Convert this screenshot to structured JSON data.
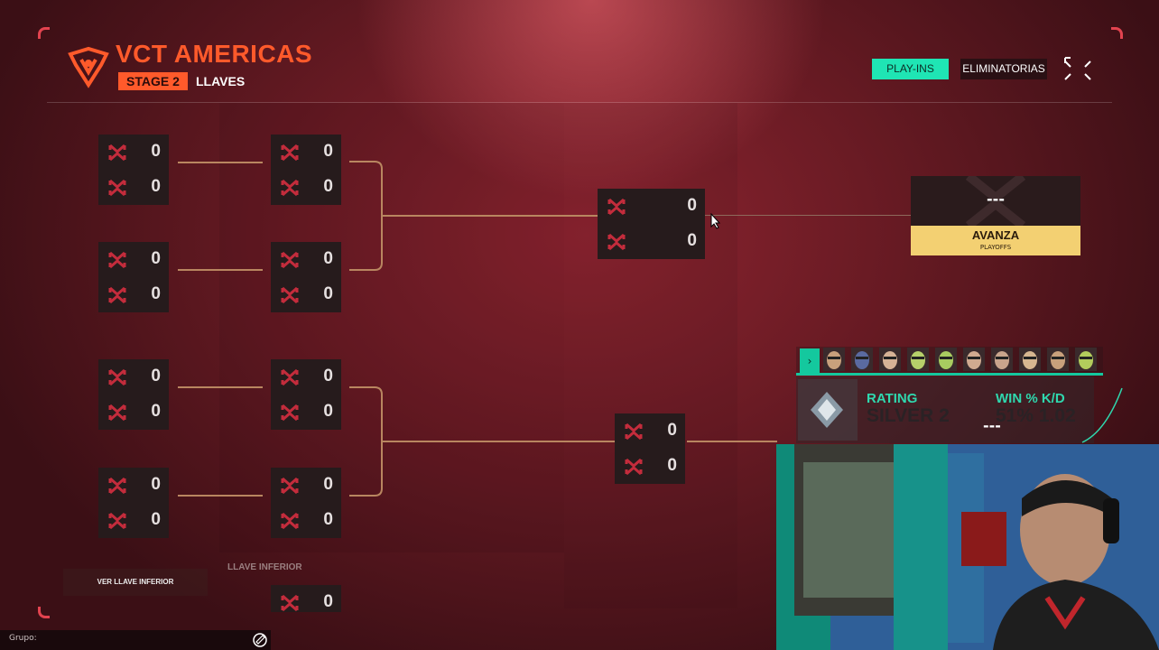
{
  "header": {
    "title": "VCT AMERICAS",
    "stage_badge": "STAGE 2",
    "section": "LLAVES"
  },
  "tabs": [
    {
      "label": "PLAY-INS",
      "active": true
    },
    {
      "label": "ELIMINATORIAS",
      "active": false
    }
  ],
  "matches": [
    {
      "id": "r1m1",
      "scores": [
        "0",
        "0"
      ]
    },
    {
      "id": "r1m2",
      "scores": [
        "0",
        "0"
      ]
    },
    {
      "id": "r1m3",
      "scores": [
        "0",
        "0"
      ]
    },
    {
      "id": "r1m4",
      "scores": [
        "0",
        "0"
      ]
    },
    {
      "id": "r2m1",
      "scores": [
        "0",
        "0"
      ]
    },
    {
      "id": "r2m2",
      "scores": [
        "0",
        "0"
      ]
    },
    {
      "id": "r2m3",
      "scores": [
        "0",
        "0"
      ]
    },
    {
      "id": "r2m4",
      "scores": [
        "0",
        "0"
      ]
    },
    {
      "id": "r3m1",
      "scores": [
        "0",
        "0"
      ]
    },
    {
      "id": "r3m2",
      "scores": [
        "0",
        "0"
      ]
    },
    {
      "id": "lower",
      "scores": [
        "0"
      ]
    }
  ],
  "advance_card": {
    "team": "---",
    "label": "AVANZA",
    "sublabel": "PLAYOFFS"
  },
  "buttons": {
    "ver_llave_inferior": "VER LLAVE INFERIOR"
  },
  "lower_bracket_label": "LLAVE INFERIOR",
  "chat": {
    "grupo_label": "Grupo:"
  },
  "overlay": {
    "rating_label": "RATING",
    "rating_value": "SILVER 2",
    "win_kd_label": "WIN % K/D",
    "win_value": "51%",
    "kd_value": "1.02",
    "dash": "---",
    "agents_count": 10
  },
  "colors": {
    "accent_orange": "#ff5a2b",
    "accent_teal": "#1fe5b4",
    "connector": "#b98660",
    "advance_gold": "#f3d072"
  }
}
